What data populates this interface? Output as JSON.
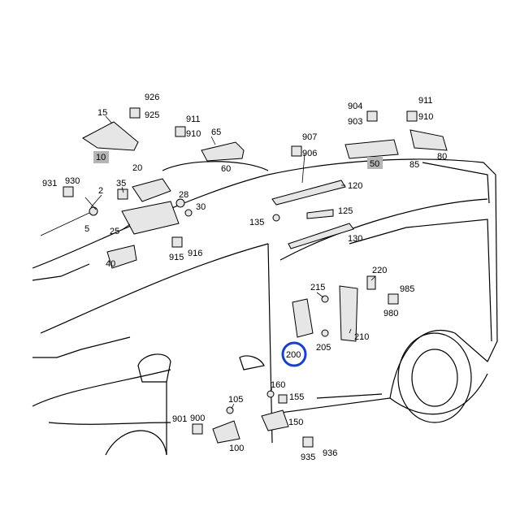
{
  "diagram": {
    "highlight_color": "#1a3fc9",
    "label_box_color": "#b5b5b5",
    "callouts": [
      "926",
      "925",
      "15",
      "911",
      "910",
      "65",
      "60",
      "904",
      "903",
      "911b",
      "910b",
      "907",
      "906",
      "120",
      "125",
      "130",
      "135",
      "931",
      "930",
      "2",
      "5",
      "35",
      "20",
      "28",
      "30",
      "25",
      "40",
      "915",
      "916",
      "220",
      "215",
      "985",
      "980",
      "210",
      "205",
      "200",
      "160",
      "155",
      "150",
      "935",
      "936",
      "105",
      "901",
      "900",
      "100",
      "85",
      "80",
      "50",
      "10"
    ],
    "labels": {
      "926": "926",
      "925": "925",
      "15": "15",
      "10": "10",
      "911": "911",
      "910": "910",
      "65": "65",
      "60": "60",
      "904": "904",
      "903": "903",
      "50": "50",
      "911b": "911",
      "910b": "910",
      "85": "85",
      "80": "80",
      "907": "907",
      "906": "906",
      "120": "120",
      "125": "125",
      "130": "130",
      "135": "135",
      "931": "931",
      "930": "930",
      "2": "2",
      "5": "5",
      "35": "35",
      "20": "20",
      "28": "28",
      "30": "30",
      "25": "25",
      "40": "40",
      "915": "915",
      "916": "916",
      "220": "220",
      "215": "215",
      "985": "985",
      "980": "980",
      "210": "210",
      "205": "205",
      "200": "200",
      "160": "160",
      "155": "155",
      "150": "150",
      "935": "935",
      "936": "936",
      "105": "105",
      "901": "901",
      "900": "900",
      "100": "100"
    }
  }
}
